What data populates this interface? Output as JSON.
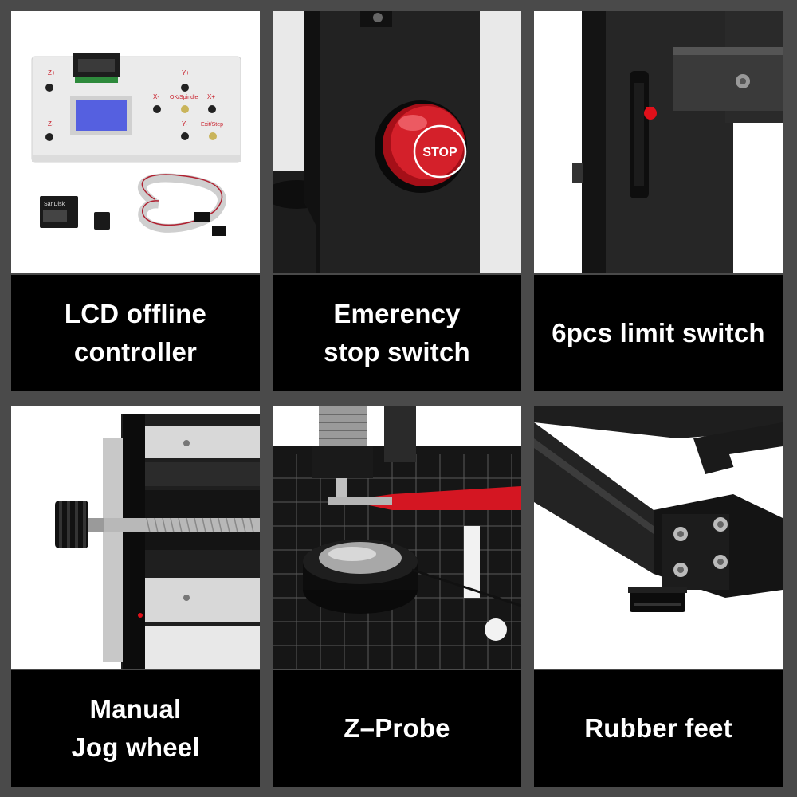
{
  "tiles": [
    {
      "caption_lines": [
        "LCD offline",
        "controller"
      ],
      "controller_labels": {
        "z_plus": "Z+",
        "z_minus": "Z-",
        "y_plus": "Y+",
        "y_minus": "Y-",
        "x_minus": "X-",
        "x_plus": "X+",
        "ok_spindle": "OK/Spindle",
        "exit_step": "Exit/Step"
      },
      "sd_brand": "SanDisk"
    },
    {
      "caption_lines": [
        "Emerency",
        "stop switch"
      ],
      "button_text": "STOP"
    },
    {
      "caption_lines": [
        "6pcs limit switch"
      ]
    },
    {
      "caption_lines": [
        "Manual",
        "Jog wheel"
      ]
    },
    {
      "caption_lines": [
        "Z–Probe"
      ]
    },
    {
      "caption_lines": [
        "Rubber feet"
      ]
    }
  ],
  "colors": {
    "background": "#4a4a4a",
    "caption_background": "#000000",
    "caption_text": "#ffffff",
    "stop_red": "#c8141e",
    "controller_body": "#ececec",
    "lcd_blue": "#5560e0"
  }
}
